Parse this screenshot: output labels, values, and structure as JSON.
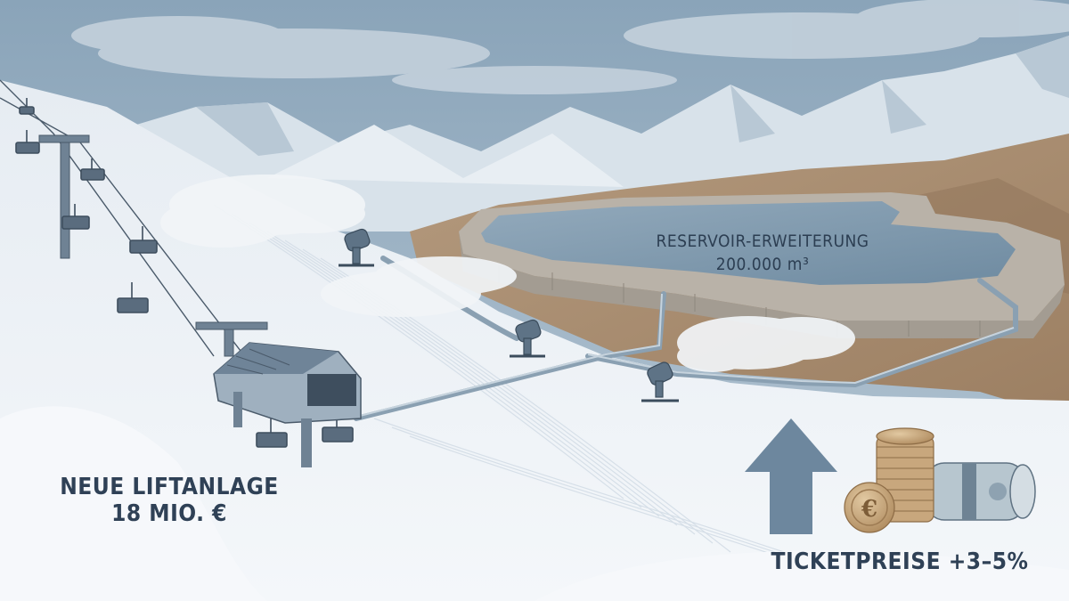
{
  "labels": {
    "lift": {
      "line1": "NEUE LIFTANLAGE",
      "line2": "18 MIO. €"
    },
    "reservoir": {
      "line1": "RESERVOIR-ERWEITERUNG",
      "line2": "200.000 m³"
    },
    "ticket": {
      "line1": "TICKETPREISE +3–5%"
    }
  },
  "colors": {
    "sky": "#8fa9bd",
    "snow": "#eef2f6",
    "earth": "#a88b6e",
    "water": "#7f99ad",
    "text": "#2f4156"
  },
  "icons": [
    "chairlift",
    "lift-station",
    "snow-cannon",
    "reservoir",
    "pipe",
    "up-arrow",
    "euro-coins",
    "banknote-roll"
  ]
}
